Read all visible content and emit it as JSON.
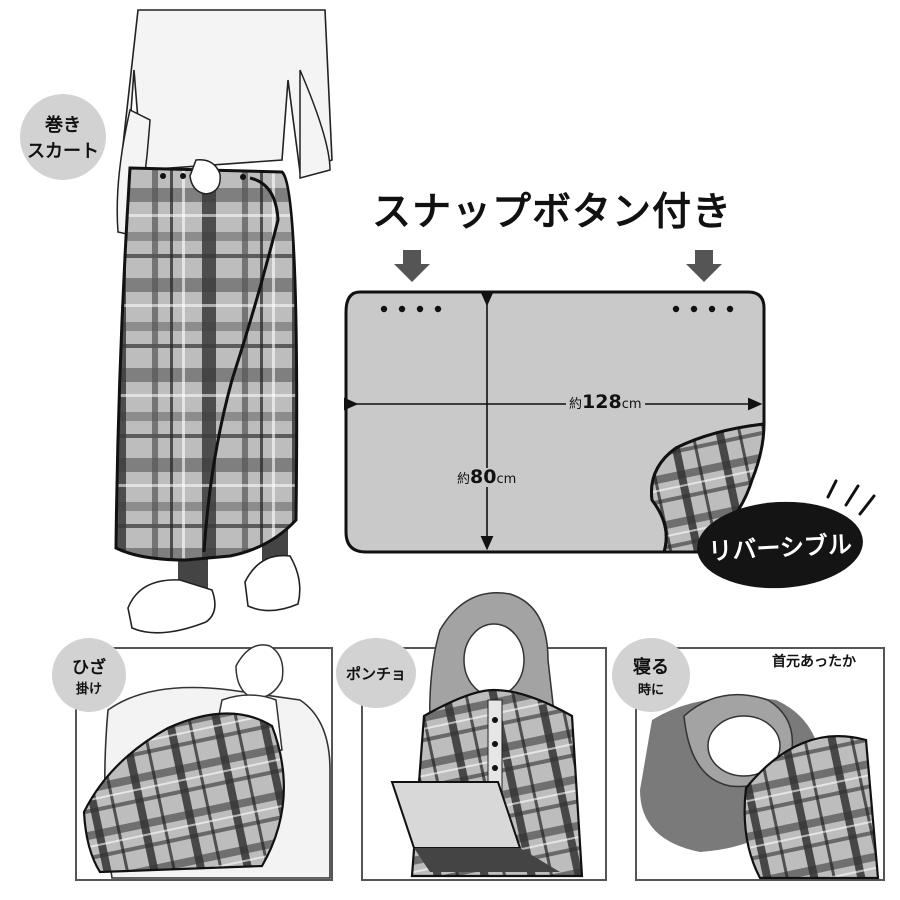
{
  "heading": "スナップボタン付き",
  "labels": {
    "wrap_skirt": [
      "巻き",
      "スカート"
    ],
    "lap": [
      "ひざ",
      "掛け"
    ],
    "poncho": "ポンチョ",
    "sleep": [
      "寝る",
      "時に"
    ],
    "neck_warm": "首元あったか",
    "reversible": "リバーシブル"
  },
  "dimensions": {
    "width_prefix": "約",
    "width_value": "128",
    "width_unit": "cm",
    "height_prefix": "約",
    "height_value": "80",
    "height_unit": "cm"
  },
  "colors": {
    "panel_fill": "#c9c9c9",
    "plaid_base": "#bdbdbd",
    "plaid_dark": "#4a4a4a",
    "bubble": "#d2d2d2",
    "pill": "#141414"
  }
}
